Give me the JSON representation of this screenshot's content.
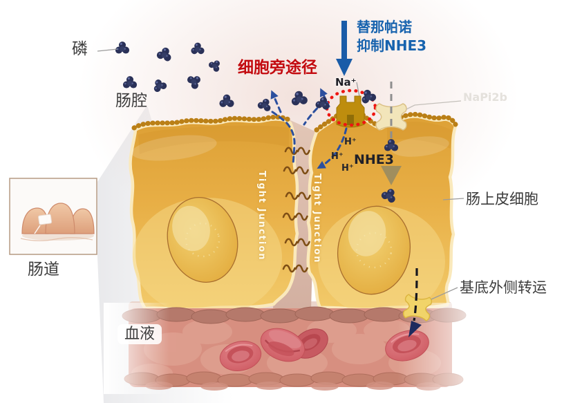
{
  "labels": {
    "phosphorus": "磷",
    "lumen": "肠腔",
    "paracellular_pathway": "细胞旁途径",
    "drug_line1": "替那帕诺",
    "drug_line2": "抑制NHE3",
    "sodium": "Na⁺",
    "proton_1": "H⁺",
    "proton_2": "H⁺",
    "proton_3": "H⁺",
    "nhe3": "NHE3",
    "napi2b": "NaPi2b",
    "epithelial_cell": "肠上皮细胞",
    "basolateral_transport": "基底外侧转运",
    "intestine": "肠道",
    "blood": "血液",
    "tight_junction_left": "Tight Junction",
    "tight_junction_right": "Tight Junction"
  },
  "colors": {
    "drug_text_blue": "#1763AE",
    "inhibit_arrow_blue": "#1A5CA8",
    "paracellular_red": "#C30A0F",
    "inhibition_circle_red": "#EE1511",
    "pathway_dash_blue": "#2B4F9E",
    "transcellular_dash_gray": "#8E8E8E",
    "basolateral_dash_black": "#17171F",
    "cell_amber": "#E8AF46",
    "cell_rim": "#FAE9BC",
    "nucleus_amber": "#EFC65F",
    "phosphate_navy": "#2A3158",
    "tight_junction_protein": "#7E4E15",
    "napi2b_transporter": "#F2E5BA",
    "nhe3_transporter": "#BE8D0E",
    "basolateral_transporter": "#F1D469",
    "vessel_pink": "#D78F80",
    "rbc_red": "#D5696E",
    "label_gray": "#3C3C3C",
    "napi2b_label_gray": "#E4E1DC"
  }
}
